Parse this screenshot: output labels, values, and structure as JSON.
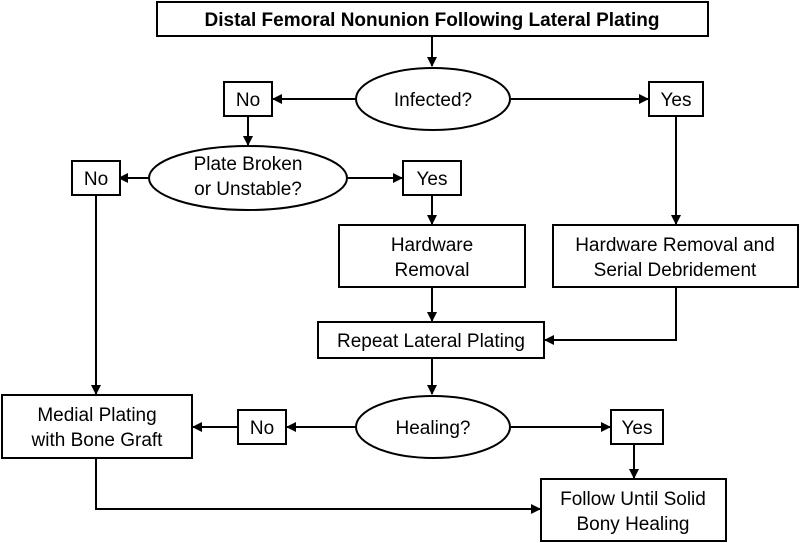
{
  "diagram": {
    "title": "Distal Femoral Nonunion Following Lateral Plating",
    "infected_question": "Infected?",
    "infected_no": "No",
    "infected_yes": "Yes",
    "plate_question": [
      "Plate Broken",
      "or Unstable?"
    ],
    "plate_no": "No",
    "plate_yes": "Yes",
    "hardware_removal": [
      "Hardware",
      "Removal"
    ],
    "hardware_removal_debridement": [
      "Hardware Removal and",
      "Serial Debridement"
    ],
    "repeat_plating": "Repeat Lateral Plating",
    "healing_question": "Healing?",
    "healing_no": "No",
    "healing_yes": "Yes",
    "medial_plating": [
      "Medial Plating",
      "with Bone Graft"
    ],
    "follow_until": [
      "Follow Until Solid",
      "Bony Healing"
    ]
  },
  "colors": {
    "stroke": "#000000",
    "background": "#ffffff"
  }
}
